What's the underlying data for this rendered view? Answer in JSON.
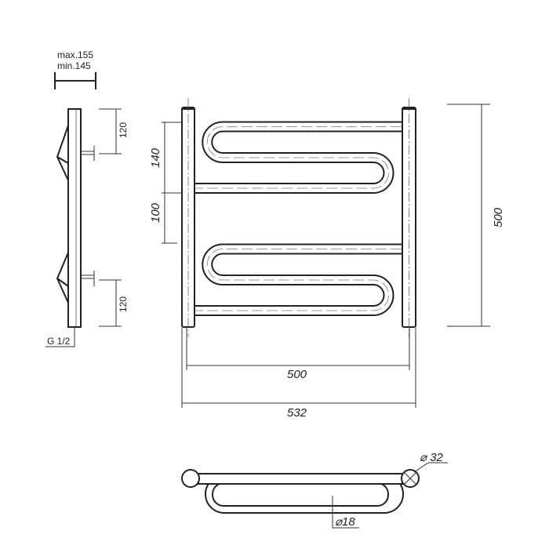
{
  "side_view": {
    "depth_max": "max.155",
    "depth_min": "min.145",
    "top_offset": "120",
    "bottom_offset": "120",
    "thread": "G 1/2"
  },
  "front_view": {
    "upper_spacing": "140",
    "gap_spacing": "100",
    "height": "500",
    "center_distance": "500",
    "total_width": "532"
  },
  "top_view": {
    "post_diameter": "⌀ 32",
    "tube_diameter": "⌀18"
  }
}
